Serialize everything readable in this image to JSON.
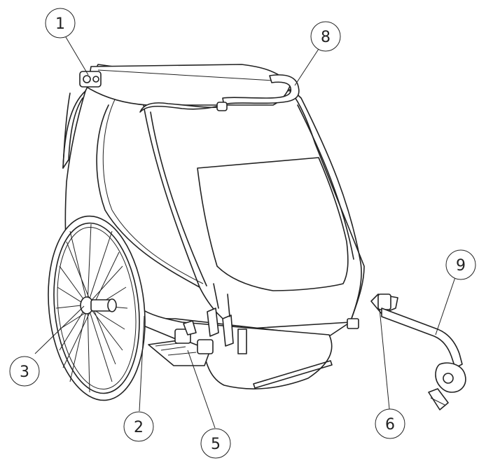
{
  "diagram": {
    "callouts": [
      {
        "id": "c1",
        "label": "1"
      },
      {
        "id": "c8",
        "label": "8"
      },
      {
        "id": "c9",
        "label": "9"
      },
      {
        "id": "c3",
        "label": "3"
      },
      {
        "id": "c2",
        "label": "2"
      },
      {
        "id": "c5",
        "label": "5"
      },
      {
        "id": "c6",
        "label": "6"
      }
    ]
  }
}
